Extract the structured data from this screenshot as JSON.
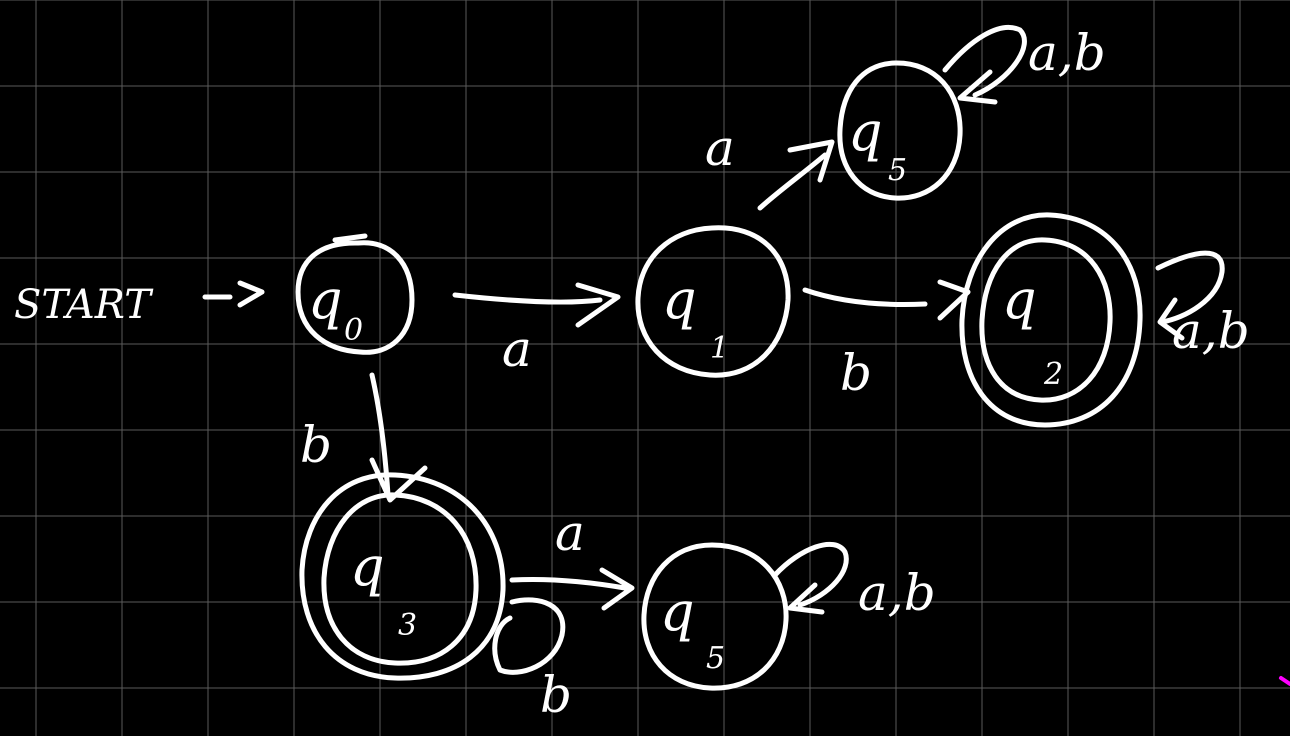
{
  "start_label": "START",
  "states": [
    {
      "id": "q0",
      "letter": "q",
      "sub": "0"
    },
    {
      "id": "q1",
      "letter": "q",
      "sub": "1"
    },
    {
      "id": "q2",
      "letter": "q",
      "sub": "2"
    },
    {
      "id": "q3",
      "letter": "q",
      "sub": "3"
    },
    {
      "id": "q4",
      "letter": "q",
      "sub": "5"
    },
    {
      "id": "q5",
      "letter": "q",
      "sub": "5"
    }
  ],
  "edges": [
    {
      "id": "q0-q1",
      "label": "a"
    },
    {
      "id": "q1-q2",
      "label": "b"
    },
    {
      "id": "q1-q4",
      "label": "a"
    },
    {
      "id": "q0-q3",
      "label": "b"
    },
    {
      "id": "q3-q5",
      "label": "a"
    },
    {
      "id": "q3-self",
      "label": "b"
    },
    {
      "id": "q2-self",
      "label": "a,b"
    },
    {
      "id": "q4-self",
      "label": "a,b"
    },
    {
      "id": "q5-self",
      "label": "a,b"
    }
  ],
  "colors": {
    "background": "#000000",
    "ink": "#ffffff",
    "grid": "#5a5a5a",
    "accent": "#ff00ff"
  }
}
